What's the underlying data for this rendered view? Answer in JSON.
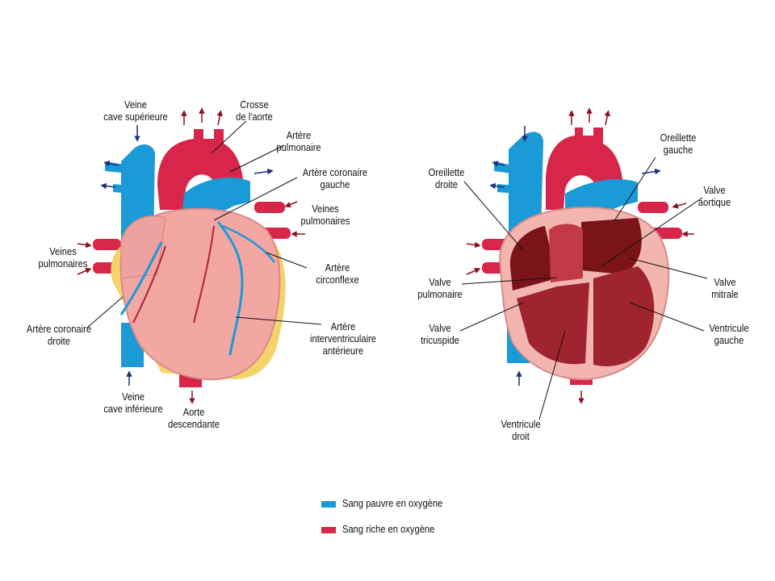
{
  "colors": {
    "deoxygenated": "#1a9ad6",
    "oxygenated": "#d8264a",
    "arrow_blue": "#1f2f7a",
    "arrow_red": "#8a1020"
  },
  "external_view": {
    "labels": {
      "vena_cava_sup": "Veine\ncave supérieure",
      "aortic_arch": "Crosse\nde l'aorte",
      "pulmonary_artery": "Artère\npulmonaire",
      "left_coronary": "Artère coronaire\ngauche",
      "pulmonary_veins_right": "Veines\npulmonaires",
      "pulmonary_veins_left": "Veines\npulmonaires",
      "circumflex": "Artère\ncirconflexe",
      "right_coronary": "Artère coronaire\ndroite",
      "interventricular": "Artère\ninterventriculaire\nantérieure",
      "vena_cava_inf": "Veine\ncave inférieure",
      "descending_aorta": "Aorte\ndescendante"
    }
  },
  "section_view": {
    "labels": {
      "left_atrium": "Oreillette\ngauche",
      "right_atrium": "Oreillette\ndroite",
      "aortic_valve": "Valve\naortique",
      "pulmonary_valve": "Valve\npulmonaire",
      "mitral_valve": "Valve\nmitrale",
      "tricuspid_valve": "Valve\ntricuspide",
      "left_ventricle": "Ventricule\ngauche",
      "right_ventricle": "Ventricule\ndroit"
    }
  },
  "legend": [
    {
      "label": "Sang pauvre en oxygène",
      "color": "#1a9ad6"
    },
    {
      "label": "Sang riche en oxygène",
      "color": "#d8264a"
    }
  ]
}
